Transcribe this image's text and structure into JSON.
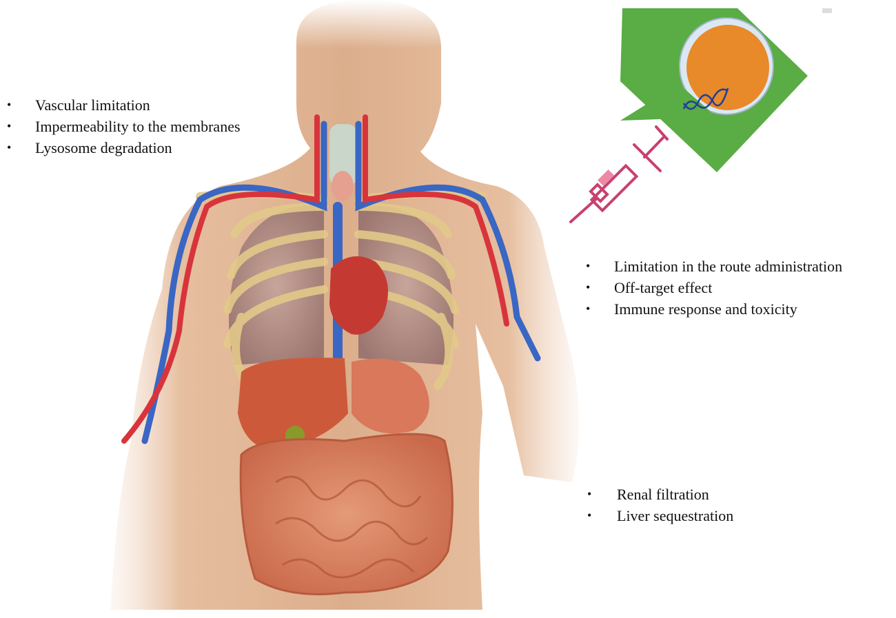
{
  "barriers_tissue": [
    "Vascular limitation",
    "Impermeability to the membranes",
    "Lysosome degradation"
  ],
  "barriers_administration": [
    "Limitation in the route administration",
    "Off-target effect",
    "Immune response and toxicity"
  ],
  "barriers_clearance": [
    "Renal filtration",
    "Liver sequestration"
  ],
  "colors": {
    "vector_background": "#5aac44",
    "vector_core": "#e8892a",
    "capsid_ring": "#dbe8f3",
    "dna": "#1f3f9a",
    "syringe": "#c8406e",
    "artery": "#d8343c",
    "vein": "#3a66c4",
    "skin": "#e3b795"
  },
  "icons": [
    "human-anatomy-illustration",
    "gene-vector-icon",
    "dna-icon",
    "syringe-icon"
  ]
}
